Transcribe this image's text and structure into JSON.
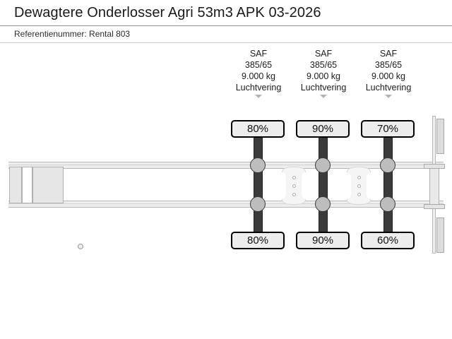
{
  "header": {
    "title": "Dewagtere Onderlosser Agri 53m3 APK 03-2026",
    "reference_label": "Referentienummer:",
    "reference_value": "Rental 803",
    "reference_line": "Referentienummer: Rental 803"
  },
  "diagram": {
    "type": "trailer-axle-schematic",
    "vehicle": "semi-trailer",
    "axle_count": 3,
    "colors": {
      "axle_bar": "#3b3b3b",
      "hub": "#bdbdbd",
      "chassis_rail": "#ededed",
      "callout_fill": "#ededed",
      "callout_border": "#000000",
      "caret": "#b4b4b4"
    },
    "axles": [
      {
        "id": "axle-1",
        "brand": "SAF",
        "tyre_size": "385/65",
        "capacity": "9.000 kg",
        "suspension": "Luchtvering",
        "tread_top": "80%",
        "tread_bottom": "80%",
        "caret": "caret-down-icon"
      },
      {
        "id": "axle-2",
        "brand": "SAF",
        "tyre_size": "385/65",
        "capacity": "9.000 kg",
        "suspension": "Luchtvering",
        "tread_top": "90%",
        "tread_bottom": "90%",
        "caret": "caret-down-icon"
      },
      {
        "id": "axle-3",
        "brand": "SAF",
        "tyre_size": "385/65",
        "capacity": "9.000 kg",
        "suspension": "Luchtvering",
        "tread_top": "70%",
        "tread_bottom": "60%",
        "caret": "caret-down-icon"
      }
    ],
    "parts": {
      "kingpin": "kingpin-icon",
      "front_plate": "front-plate",
      "suspension_hangers": 2,
      "hanger_bolt_dots": 3,
      "rear_frame": "rear-frame"
    }
  }
}
